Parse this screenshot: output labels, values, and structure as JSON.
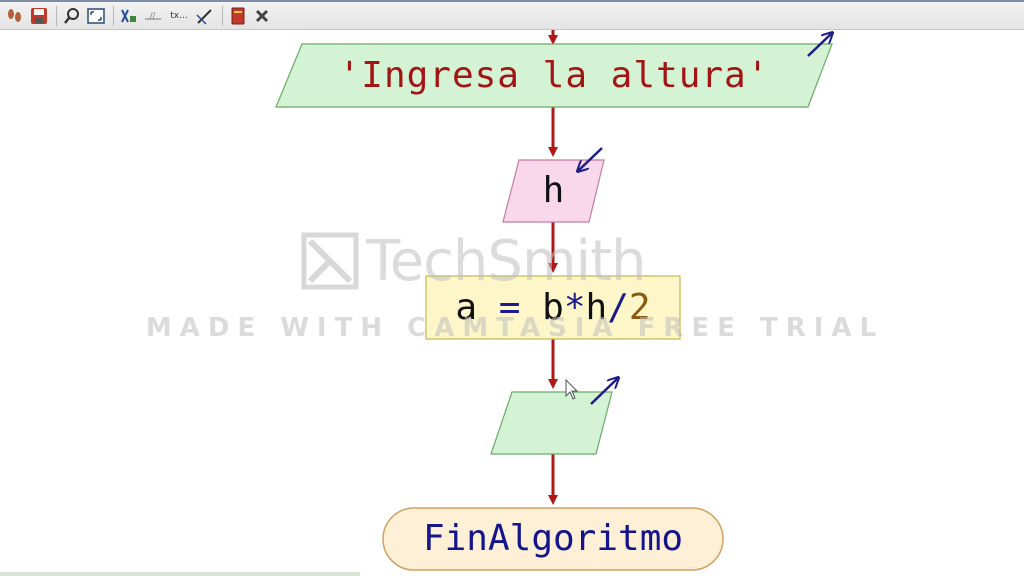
{
  "toolbar": {
    "buttons": [
      {
        "name": "footsteps-icon"
      },
      {
        "name": "save-icon"
      },
      {
        "name": "zoom-icon"
      },
      {
        "name": "fit-window-icon"
      },
      {
        "name": "variables-icon"
      },
      {
        "name": "comment-line-icon"
      },
      {
        "name": "text-icon"
      },
      {
        "name": "pen-icon"
      },
      {
        "name": "book-icon"
      },
      {
        "name": "close-icon"
      }
    ],
    "text_button_label": "tx..."
  },
  "flowchart": {
    "output_string": "'Ingresa la altura'",
    "input_variable": "h",
    "assignment": {
      "lhs": "a",
      "eq": "=",
      "b": "b",
      "mul": "*",
      "h": "h",
      "div": "/",
      "two": "2"
    },
    "empty_output": "",
    "end_label": "FinAlgoritmo"
  },
  "watermark": {
    "brand": "TechSmith",
    "trial": "MADE WITH CAMTASIA FREE TRIAL"
  },
  "colors": {
    "arrow": "#b01818",
    "output_fill": "#d4f2d4",
    "input_fill": "#f8d8ea",
    "process_fill": "#fdf6c8",
    "end_fill": "#fdf0d6",
    "io_arrow": "#1c1c8c"
  }
}
